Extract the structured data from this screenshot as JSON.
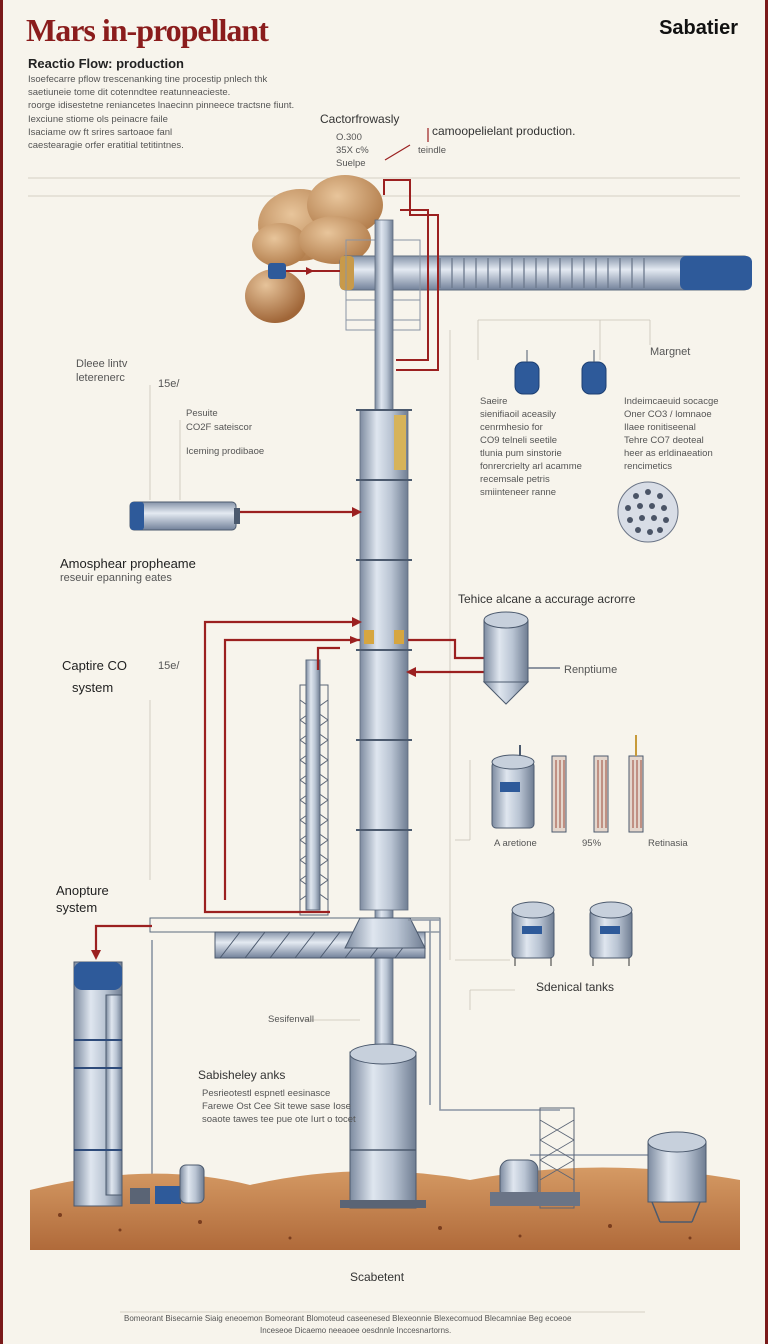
{
  "header": {
    "title": "Mars in-propellant",
    "badge": "Sabatier"
  },
  "intro": {
    "heading": "Reactio Flow: production",
    "lines": [
      "Isoefecarre pflow trescenanking tine procestip pnlech thk",
      "saetiuneie tome dit cotenndtee reatunneacieste.",
      "roorge idisestetne reniancetes lnaecinn pinneece tractsne fiunt.",
      "Iexciune stiome ols peinacre faile",
      "Isaciame ow ft srires sartoaoe fanl",
      "caestearagie orfer eratitial tetitintnes."
    ]
  },
  "top_callout": {
    "label": "Cactorfrowasly",
    "tags": [
      "O.300",
      "35X c%",
      "Suelpe"
    ],
    "right_label": "camoopelielant  production.",
    "right_small": "teindle"
  },
  "left_notes": {
    "note1_title": "Dleee lintv",
    "note1_sub": "leterenerc",
    "note1_value": "15e/",
    "note2_a": "Pesuite",
    "note2_b": "CO2F sateiscor",
    "note2_c": "Iceming prodibaoe"
  },
  "right_notes": {
    "margin_label": "Margnet",
    "col1": [
      "Saeire",
      "sienifiaoil aceasily",
      "cenrmhesio for",
      "CO9 telneli seetile",
      "tlunia pum sinstorie",
      "fonrercrielty arl acamme",
      "recemsale petris",
      "smiinteneer ranne"
    ],
    "col2": [
      "Indeimcaeuid socacge",
      "Oner CO3 / lomnaoe",
      "Ilaee ronitiseenal",
      "Tehre CO7 deoteal",
      "heer as erldinaeation",
      "rencimetics"
    ]
  },
  "atmosphere": {
    "title": "Amosphear propheame",
    "sub": "reseuir epanning eates"
  },
  "capture": {
    "title": "Captire CO",
    "sub": "system",
    "value": "15e/"
  },
  "right_mid": {
    "heading": "Tehice alcane a accurage acrorre",
    "reactor_label": "Renptiume"
  },
  "tank_row": {
    "labels": [
      "A aretione",
      "95%",
      "Retinasia"
    ]
  },
  "anopture": {
    "title": "Anopture",
    "sub": "system"
  },
  "chemical_tanks": {
    "label": "Sdenical tanks"
  },
  "base": {
    "column_label": "Sesifenvall",
    "tanks_title": "Sabisheley anks",
    "tanks_lines": [
      "Pesrieotestl espnetl eesinasce",
      "Farewe Ost Cee Sit tewe sase Iose",
      "soaote tawes tee pue ote Iurt o tocet"
    ],
    "footer_label": "Scabetent"
  },
  "footer": {
    "line1": "Bomeorant  Bisecarnie  Siaig  eneoemon   Bomeorant   Blomoteud  caseenesed  Blexeonnie  Blexecomuod  Blecamniae  Beg  ecoeoe",
    "line2": "Inceseoe  Dicaemo  neeaoee  oesdnnle  Inccesnartorns."
  },
  "colors": {
    "accent": "#8a1c1c",
    "pipe_red": "#9b2020",
    "steel": "#a9b6c6",
    "tank_blue": "#2e5a9a",
    "ground": "#c7804d",
    "background": "#f7f4ec"
  }
}
